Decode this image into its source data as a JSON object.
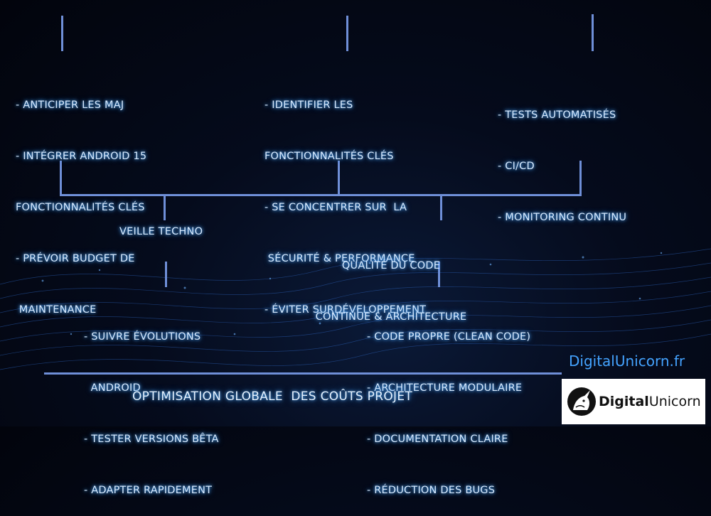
{
  "top_left": [
    "- ANTICIPER LES MAJ",
    "- INTÉGRER ANDROID 15",
    "FONCTIONNALITÉS CLÉS",
    "- PRÉVOIR BUDGET DE",
    " MAINTENANCE"
  ],
  "top_middle": [
    "- IDENTIFIER LES",
    "FONCTIONNALITÉS CLÉS",
    "- SE CONCENTRER SUR  LA",
    " SÉCURITÉ & PERFORMANCE",
    "- ÉVITER SURDÉVELOPPEMENT"
  ],
  "top_right": [
    "- TESTS AUTOMATISÉS",
    "- CI/CD",
    "- MONITORING CONTINU"
  ],
  "nodes": {
    "veille": "VEILLE TECHNO",
    "qualite_line1": "QUALITÉ DU CODE",
    "qualite_line2": "CONTINUE & ARCHITECTURE"
  },
  "bottom_left": [
    "- SUIVRE ÉVOLUTIONS",
    "  ANDROID",
    "- TESTER VERSIONS BÊTA",
    "- ADAPTER RAPIDEMENT"
  ],
  "bottom_right": [
    "- CODE PROPRE (CLEAN CODE)",
    "- ARCHITECTURE MODULAIRE",
    "- DOCUMENTATION CLAIRE",
    "- RÉDUCTION DES BUGS"
  ],
  "footer": "OPTIMISATION GLOBALE  DES COÛTS PROJET",
  "brand": {
    "site": "DigitalUnicorn.fr",
    "logo_part1": "Digital",
    "logo_part2": "Unicorn"
  },
  "colors": {
    "line": "#6f8fd8",
    "text_glow": "#4fb0ff",
    "site_blue": "#44a3ff"
  }
}
